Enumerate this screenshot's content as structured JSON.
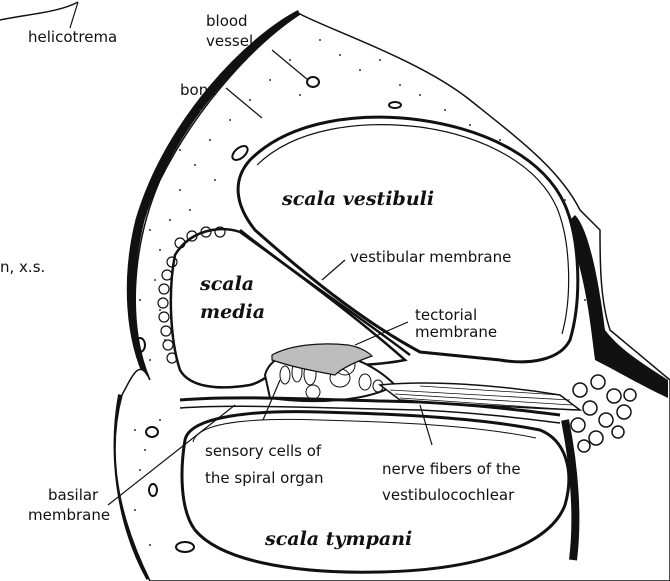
{
  "labels": {
    "helicotrema": "helicotrema",
    "blood_vessel_1": "blood",
    "blood_vessel_2": "vessel",
    "bone": "bone",
    "scala_vestibuli": "scala vestibuli",
    "vestibular_membrane": "vestibular membrane",
    "scala_media_1": "scala",
    "scala_media_2": "media",
    "tectorial_1": "tectorial",
    "tectorial_2": "membrane",
    "sensory_1": "sensory cells of",
    "sensory_2": "the spiral organ",
    "nerve_1": "nerve fibers of the",
    "nerve_2": "vestibulocochlear",
    "basilar_1": "basilar",
    "basilar_2": "membrane",
    "scala_tympani": "scala tympani",
    "cut_text": "n, x.s."
  },
  "colors": {
    "ink": "#111111",
    "tectorial_fill": "#bdbdbd",
    "paper": "#ffffff"
  }
}
